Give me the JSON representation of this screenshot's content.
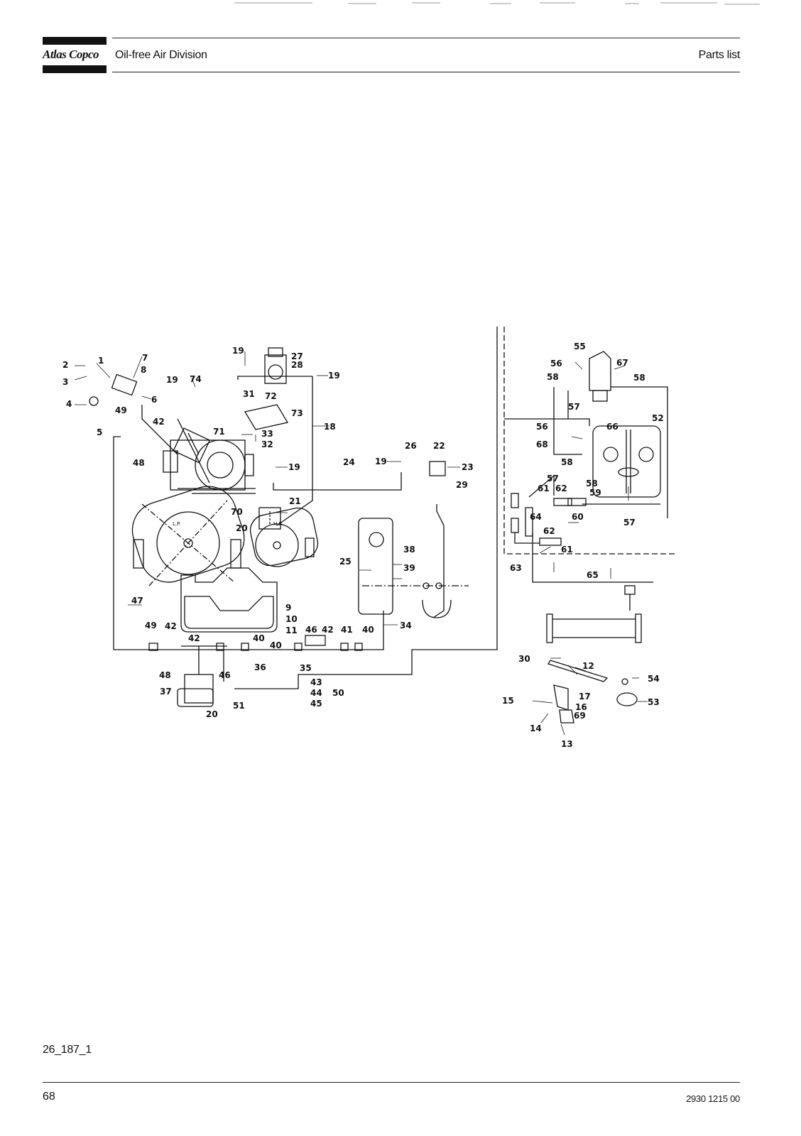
{
  "header": {
    "brand": "Atlas Copco",
    "division": "Oil-free Air Division",
    "section": "Parts list"
  },
  "diagram": {
    "lp_label": "L.P.",
    "hp_label": "H.P.",
    "callouts": [
      "1",
      "2",
      "3",
      "4",
      "5",
      "6",
      "7",
      "8",
      "9",
      "10",
      "11",
      "12",
      "13",
      "14",
      "15",
      "16",
      "17",
      "18",
      "19",
      "19",
      "19",
      "19",
      "19",
      "20",
      "20",
      "21",
      "22",
      "23",
      "24",
      "25",
      "26",
      "27",
      "28",
      "29",
      "30",
      "31",
      "32",
      "33",
      "34",
      "35",
      "36",
      "37",
      "38",
      "39",
      "40",
      "40",
      "40",
      "41",
      "42",
      "42",
      "42",
      "42",
      "43",
      "44",
      "45",
      "46",
      "46",
      "47",
      "48",
      "48",
      "49",
      "49",
      "50",
      "51",
      "52",
      "53",
      "54",
      "55",
      "56",
      "56",
      "57",
      "57",
      "57",
      "58",
      "58",
      "58",
      "58",
      "59",
      "60",
      "61",
      "61",
      "62",
      "62",
      "63",
      "64",
      "65",
      "66",
      "67",
      "68",
      "69",
      "70",
      "71",
      "72",
      "73",
      "74"
    ]
  },
  "footer": {
    "drawing_id": "26_187_1",
    "page_number": "68",
    "document_number": "2930 1215 00"
  }
}
